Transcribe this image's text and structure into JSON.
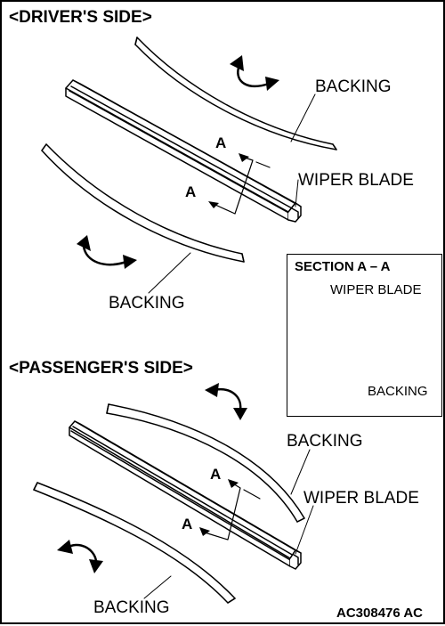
{
  "headings": {
    "driver": "<DRIVER'S SIDE>",
    "passenger": "<PASSENGER'S SIDE>"
  },
  "driver": {
    "backing_top": "BACKING",
    "backing_bottom": "BACKING",
    "wiper_blade": "WIPER BLADE",
    "section_marker_upper": "A",
    "section_marker_lower": "A"
  },
  "passenger": {
    "backing_top": "BACKING",
    "backing_bottom": "BACKING",
    "wiper_blade": "WIPER BLADE",
    "section_marker_upper": "A",
    "section_marker_lower": "A"
  },
  "section_view": {
    "title": "SECTION A – A",
    "wiper_blade": "WIPER BLADE",
    "backing": "BACKING"
  },
  "figure_code": "AC308476 AC",
  "icons": [
    "rotate-arrow-icon",
    "section-arrow-icon"
  ]
}
